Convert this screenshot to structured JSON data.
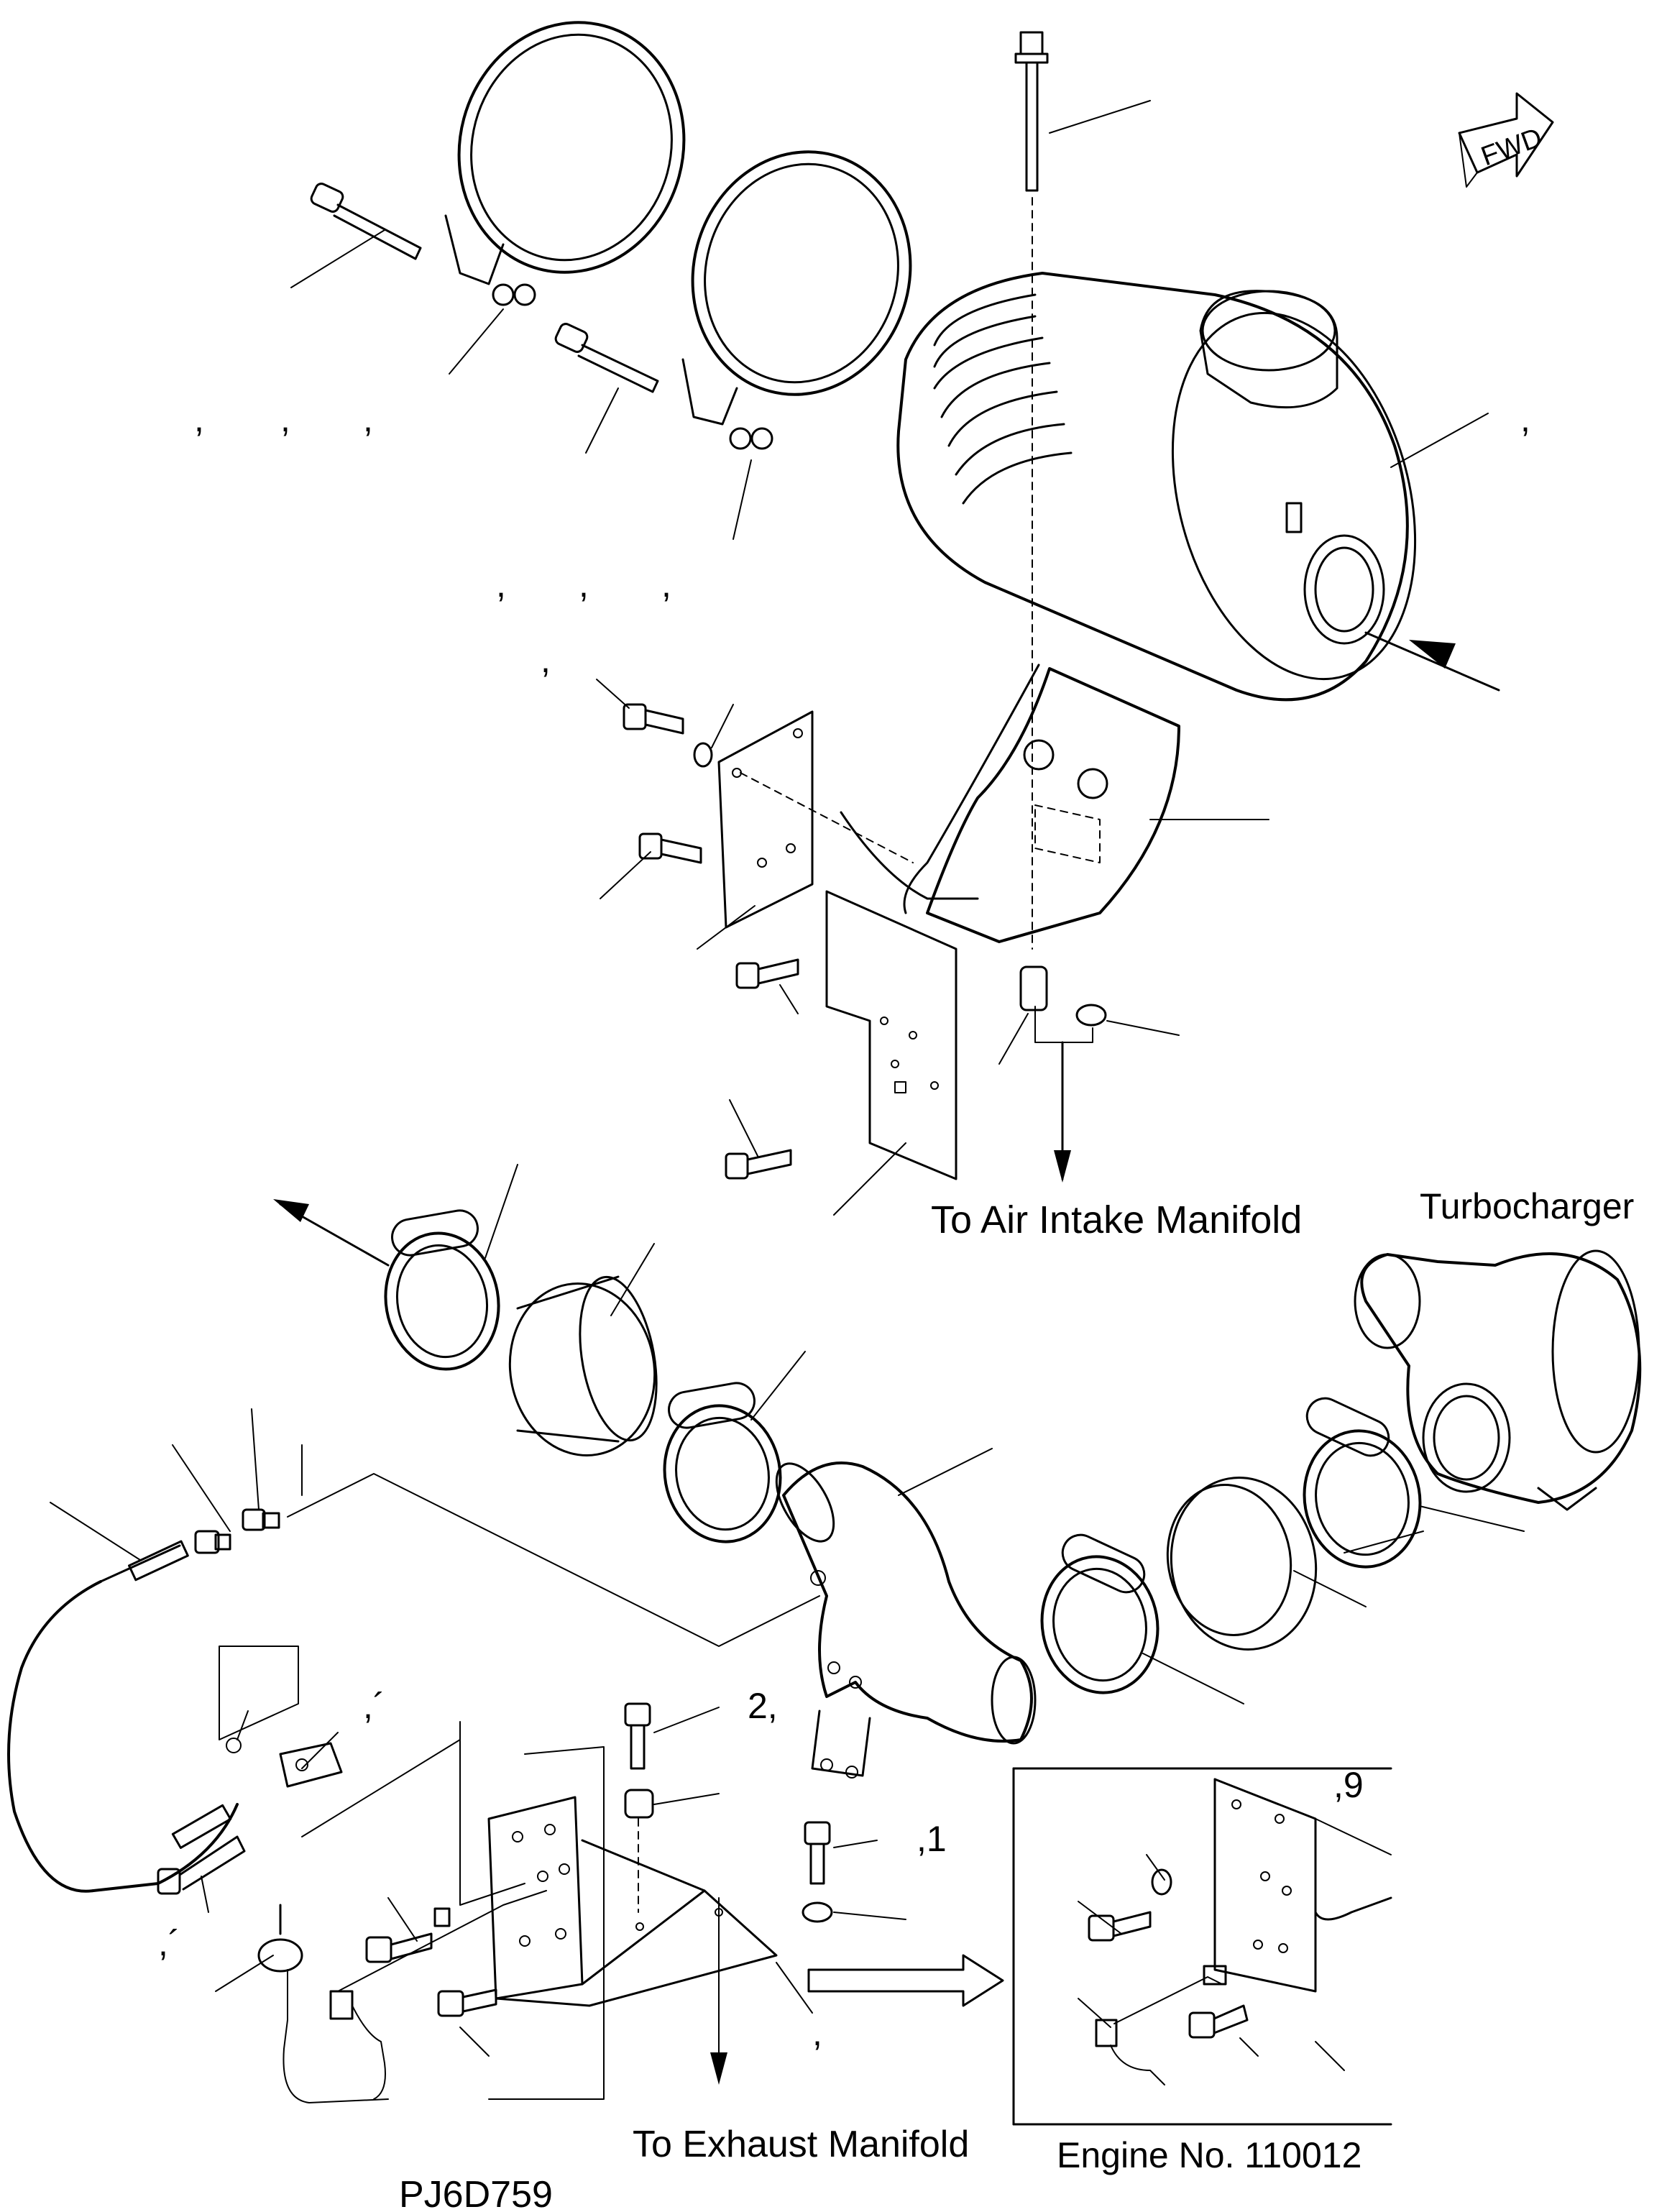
{
  "labels": {
    "to_air_intake": "To Air Intake Manifold",
    "turbocharger": "Turbocharger",
    "to_exhaust": "To Exhaust Manifold",
    "engine_no": "Engine No. 110012",
    "drawing_id": "PJ6D759",
    "fwd": "FWD"
  },
  "callout_marks": {
    "m1": ",",
    "m2": ",",
    "m3": ",",
    "m4": ",",
    "m5": ",",
    "m6": ",",
    "m7": ",",
    "m8": ",",
    "m9": ",´",
    "m10": "2,",
    "m11": ",1",
    "m12": ",´",
    "m13": ",",
    "m14": ",9"
  }
}
